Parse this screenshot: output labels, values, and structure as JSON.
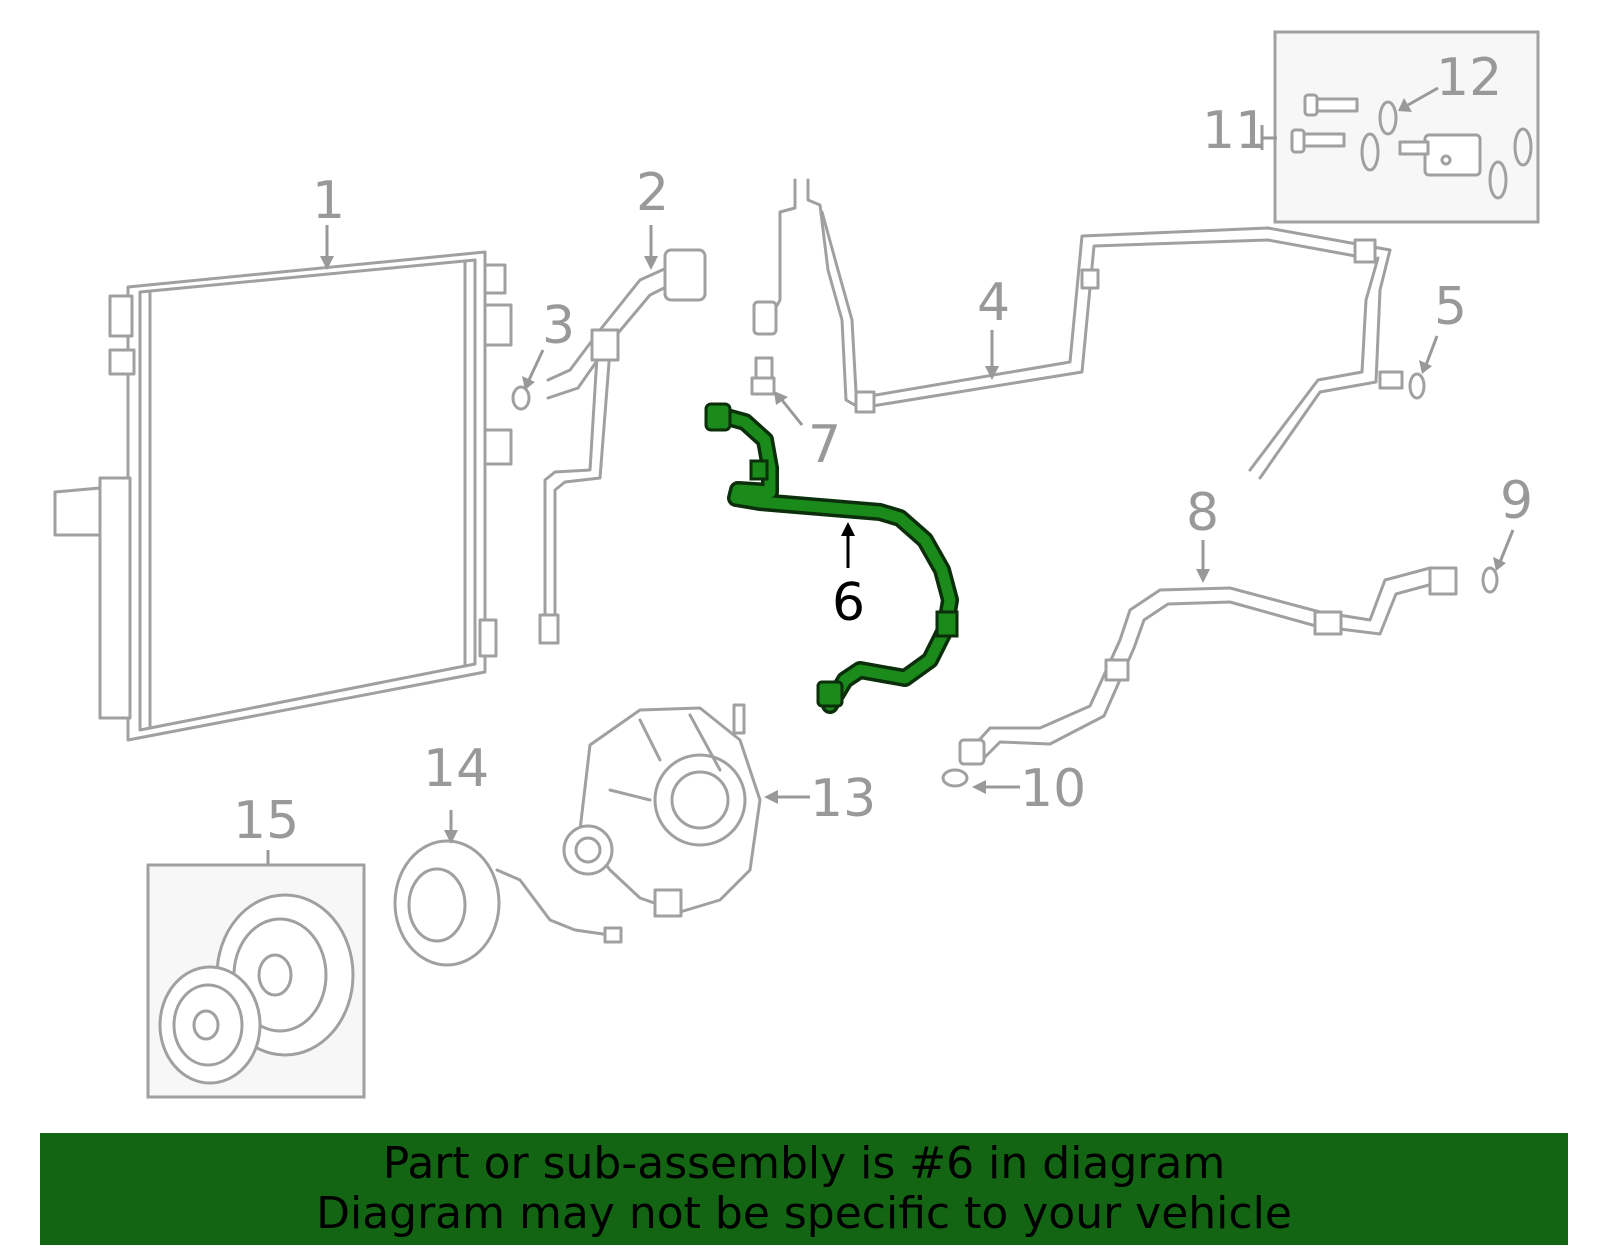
{
  "callouts": {
    "c1": "1",
    "c2": "2",
    "c3": "3",
    "c4": "4",
    "c5": "5",
    "c6": "6",
    "c7": "7",
    "c8": "8",
    "c9": "9",
    "c10": "10",
    "c11": "11",
    "c12": "12",
    "c13": "13",
    "c14": "14",
    "c15": "15"
  },
  "highlighted_part": "6",
  "colors": {
    "highlight": "#136413",
    "part_line": "#a0a0a0",
    "callout_text": "#999999",
    "banner_bg": "#136413"
  },
  "banner": {
    "line1": "Part or sub-assembly is #6 in diagram",
    "line2": "Diagram may not be specific to your vehicle"
  }
}
